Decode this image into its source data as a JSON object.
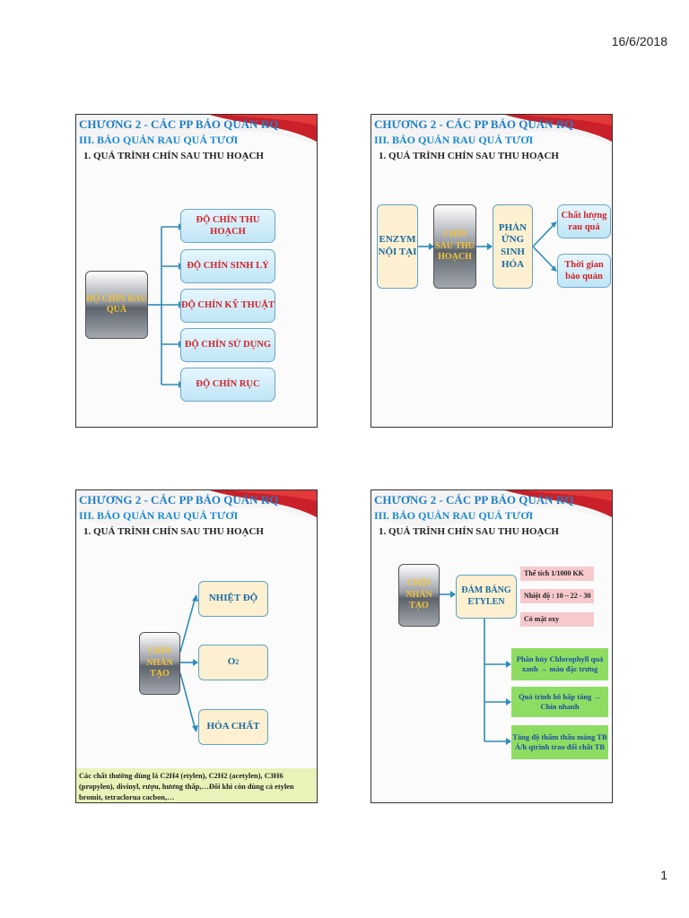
{
  "header_date": "16/6/2018",
  "page_number": "1",
  "common": {
    "chapter_title": "CHƯƠNG 2 - CÁC PP BẢO QUẢN RQ",
    "section_title": "III. BẢO QUẢN RAU QUẢ TƯƠI",
    "subsection_title": "1. QUÁ TRÌNH CHÍN SAU THU HOẠCH"
  },
  "slide1": {
    "root": "ĐỘ CHÍN RAU QUẢ",
    "items": [
      "ĐỘ CHÍN THU HOẠCH",
      "ĐỘ CHÍN SINH LÝ",
      "ĐỘ CHÍN KỸ THUẬT",
      "ĐỘ CHÍN SỬ DỤNG",
      "ĐỘ CHÍN RỤC"
    ]
  },
  "slide2": {
    "enzyme": "ENZYM NỘI TẠI",
    "ripening": "CHÍN SAU THU HOẠCH",
    "reaction": "PHẢN ỨNG SINH HÓA",
    "outcomes": [
      "Chất lượng rau quả",
      "Thời gian bảo quản"
    ]
  },
  "slide3": {
    "root": "CHÍN NHÂN TẠO",
    "factors": [
      "NHIỆT ĐỘ",
      "O",
      "HÓA CHẤT"
    ],
    "o2_subscript": "2",
    "note": "Các chất thường dùng là C2H4 (etylen), C2H2 (acetylen), C3H6 (propylen), divinyl, rượu, hương thấp,…Đôi khi còn dùng cả etylen bromit, tetraclorua cacbon,…"
  },
  "slide4": {
    "root": "CHÍN NHÂN TẠO",
    "middle": "ĐẢM BẢNG ETYLEN",
    "conditions": [
      "Thể tích 1/1000 KK",
      "Nhiệt độ : 10 – 22 - 30",
      "Có mặt oxy"
    ],
    "effects": [
      "Phân hủy Chlorophyll quả xanh → màu đặc trưng",
      "Quá trình hô hấp tăng → Chín nhanh",
      "Tăng độ thẩm thấu màng TB Ả/h qtrình trao đổi chất TB"
    ]
  }
}
